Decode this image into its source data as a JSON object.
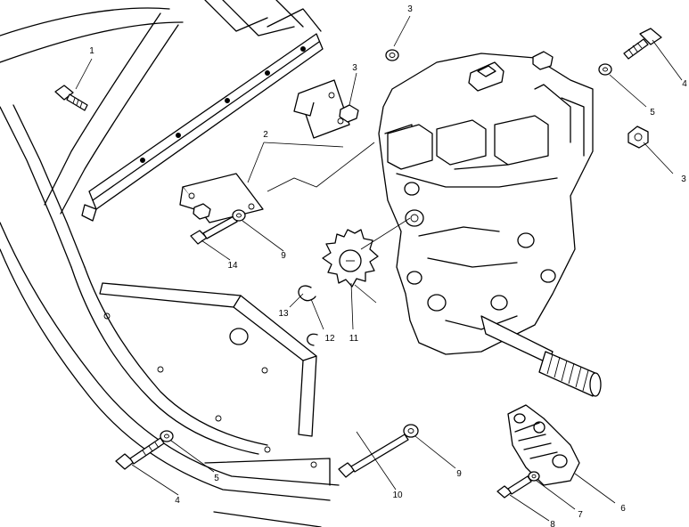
{
  "callouts": [
    {
      "id": "c1",
      "text": "1"
    },
    {
      "id": "c2",
      "text": "2"
    },
    {
      "id": "c3a",
      "text": "3"
    },
    {
      "id": "c3b",
      "text": "3"
    },
    {
      "id": "c3c",
      "text": "3"
    },
    {
      "id": "c4a",
      "text": "4"
    },
    {
      "id": "c4b",
      "text": "4"
    },
    {
      "id": "c5a",
      "text": "5"
    },
    {
      "id": "c5b",
      "text": "5"
    },
    {
      "id": "c6",
      "text": "6"
    },
    {
      "id": "c7",
      "text": "7"
    },
    {
      "id": "c8",
      "text": "8"
    },
    {
      "id": "c9a",
      "text": "9"
    },
    {
      "id": "c9b",
      "text": "9"
    },
    {
      "id": "c10",
      "text": "10"
    },
    {
      "id": "c11",
      "text": "11"
    },
    {
      "id": "c12",
      "text": "12"
    },
    {
      "id": "c13",
      "text": "13"
    },
    {
      "id": "c14",
      "text": "14"
    }
  ]
}
